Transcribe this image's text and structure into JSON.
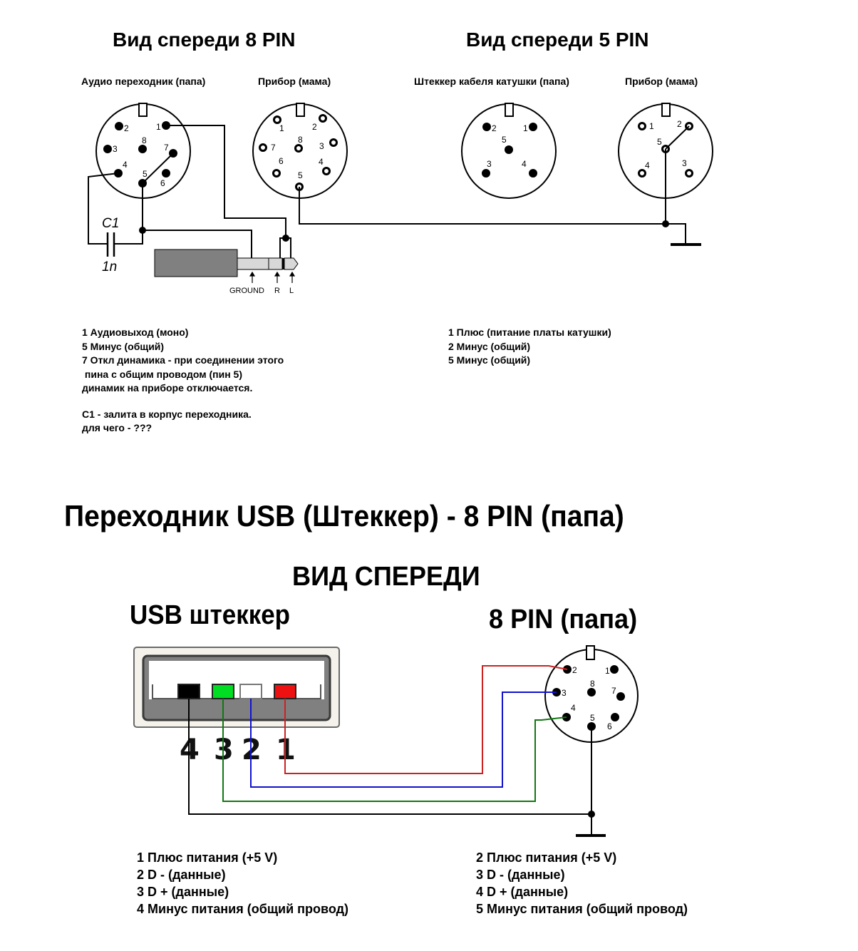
{
  "top": {
    "left_title": "Вид спереди 8 PIN",
    "right_title": "Вид спереди 5 PIN",
    "connectors": [
      {
        "id": "audio_adapter_8pin",
        "label": "Аудио переходник (папа)",
        "pin_style": "filled",
        "pins": [
          "1",
          "2",
          "3",
          "4",
          "5",
          "6",
          "7",
          "8"
        ]
      },
      {
        "id": "device_8pin",
        "label": "Прибор (мама)",
        "pin_style": "hollow",
        "pins": [
          "1",
          "2",
          "3",
          "4",
          "5",
          "6",
          "7",
          "8"
        ]
      },
      {
        "id": "coil_cable_5pin",
        "label": "Штеккер кабеля катушки (папа)",
        "pin_style": "filled",
        "pins": [
          "1",
          "2",
          "3",
          "4",
          "5"
        ]
      },
      {
        "id": "device_5pin",
        "label": "Прибор (мама)",
        "pin_style": "hollow",
        "pins": [
          "1",
          "2",
          "3",
          "4",
          "5"
        ]
      }
    ],
    "capacitor": {
      "name": "C1",
      "value": "1n"
    },
    "jack_labels": {
      "ground": "GROUND",
      "right": "R",
      "left": "L"
    },
    "notes_8pin": [
      "1  Аудиовыход (моно)",
      "5  Минус (общий)",
      "7  Откл динамика - при соединении этого",
      " пина с общим проводом (пин 5)",
      "динамик на приборе отключается.",
      "",
      "С1 - залита в корпус переходника.",
      "для чего - ???"
    ],
    "notes_5pin": [
      "1  Плюс (питание платы катушки)",
      "2  Минус (общий)",
      "5  Минус (общий)"
    ]
  },
  "bottom": {
    "title": "Переходник USB (Штеккер)  -  8 PIN (папа)",
    "subtitle": "ВИД СПЕРЕДИ",
    "usb_label": "USB штеккер",
    "pin8_label": "8 PIN (папа)",
    "usb_pins": [
      {
        "num": "4",
        "color": "#000000"
      },
      {
        "num": "3",
        "color": "#00dd22"
      },
      {
        "num": "2",
        "color": "#ffffff"
      },
      {
        "num": "1",
        "color": "#ee1111"
      }
    ],
    "wires": [
      {
        "usb_pin": "1",
        "din_pin": "2",
        "color": "#cc2222"
      },
      {
        "usb_pin": "2",
        "din_pin": "3",
        "color": "#1111cc"
      },
      {
        "usb_pin": "3",
        "din_pin": "4",
        "color": "#117711"
      },
      {
        "usb_pin": "4",
        "din_pin": "5",
        "color": "#000000"
      }
    ],
    "notes_usb": [
      "1  Плюс питания (+5 V)",
      "2  D - (данные)",
      "3  D + (данные)",
      "4 Минус питания (общий провод)"
    ],
    "notes_8pin": [
      "2  Плюс питания (+5 V)",
      "3  D - (данные)",
      "4  D + (данные)",
      "5 Минус питания (общий провод)"
    ]
  }
}
